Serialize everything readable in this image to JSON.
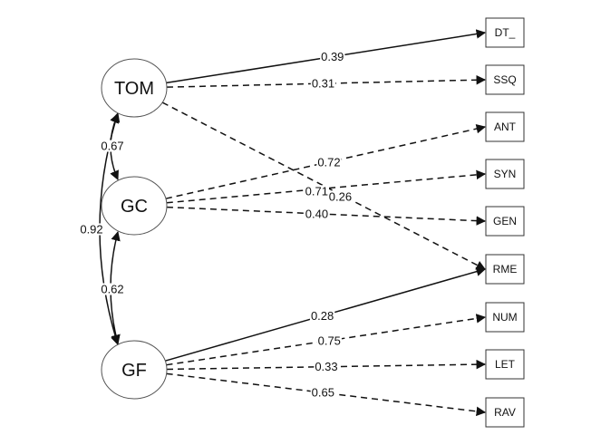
{
  "latent_variables": [
    {
      "id": "TOM",
      "label": "TOM"
    },
    {
      "id": "GC",
      "label": "GC"
    },
    {
      "id": "GF",
      "label": "GF"
    }
  ],
  "observed_variables": [
    {
      "id": "DT",
      "label": "DT_"
    },
    {
      "id": "SSQ",
      "label": "SSQ"
    },
    {
      "id": "ANT",
      "label": "ANT"
    },
    {
      "id": "SYN",
      "label": "SYN"
    },
    {
      "id": "GEN",
      "label": "GEN"
    },
    {
      "id": "RME",
      "label": "RME"
    },
    {
      "id": "NUM",
      "label": "NUM"
    },
    {
      "id": "LET",
      "label": "LET"
    },
    {
      "id": "RAV",
      "label": "RAV"
    }
  ],
  "loadings": [
    {
      "from": "TOM",
      "to": "DT",
      "value": "0.39",
      "style": "solid"
    },
    {
      "from": "TOM",
      "to": "SSQ",
      "value": "0.31",
      "style": "dashed"
    },
    {
      "from": "TOM",
      "to": "RME",
      "value": "0.26",
      "style": "dashed"
    },
    {
      "from": "GC",
      "to": "ANT",
      "value": "0.72",
      "style": "dashed"
    },
    {
      "from": "GC",
      "to": "SYN",
      "value": "0.71",
      "style": "dashed"
    },
    {
      "from": "GC",
      "to": "GEN",
      "value": "0.40",
      "style": "dashed"
    },
    {
      "from": "GF",
      "to": "RME",
      "value": "0.28",
      "style": "solid"
    },
    {
      "from": "GF",
      "to": "NUM",
      "value": "0.75",
      "style": "dashed"
    },
    {
      "from": "GF",
      "to": "LET",
      "value": "0.33",
      "style": "dashed"
    },
    {
      "from": "GF",
      "to": "RAV",
      "value": "0.65",
      "style": "dashed"
    }
  ],
  "covariances": [
    {
      "a": "TOM",
      "b": "GC",
      "value": "0.67"
    },
    {
      "a": "GC",
      "b": "GF",
      "value": "0.62"
    },
    {
      "a": "TOM",
      "b": "GF",
      "value": "0.92"
    }
  ]
}
